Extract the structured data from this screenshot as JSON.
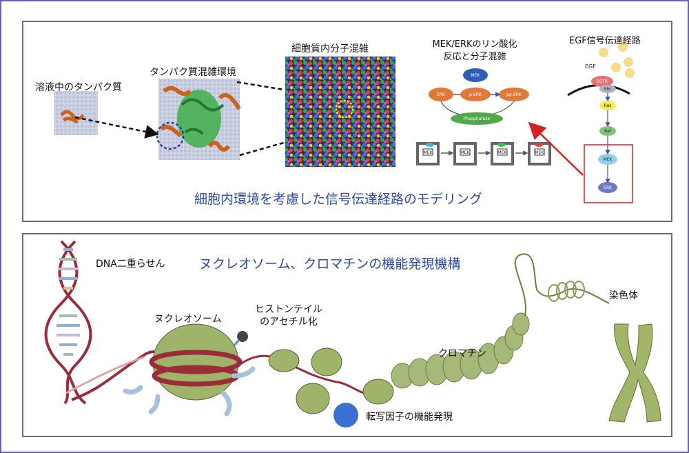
{
  "top": {
    "solution_label": "溶液中のタンパク質",
    "crowded_label": "タンパク質混雑環境",
    "cytoplasm_label": "細胞質内分子混雑",
    "mek_erk_line1": "MEK/ERKのリン酸化",
    "mek_erk_line2": "反応と分子混雑",
    "egf_title": "EGF信号伝達経路",
    "modeling_title": "細胞内環境を考慮した信号伝達経路のモデリング",
    "mek_node": "MEK",
    "erk_node": "ERK",
    "perk_node": "p-ERK",
    "pperk_node": "pp-ERK",
    "phosphatase_node": "Phosphatase",
    "egf_small": "EGF",
    "egfr_node": "EGFR",
    "shc_node": "Shc",
    "ras_node": "Ras",
    "raf_node": "Raf",
    "mek_path_node": "MEK",
    "erk_path_node": "ERK"
  },
  "bottom": {
    "dna_label": "DNA二重らせん",
    "title": "ヌクレオソーム、クロマチンの機能発現機構",
    "nucleosome_label": "ヌクレオソーム",
    "histone_line1": "ヒストンテイル",
    "histone_line2": "のアセチル化",
    "chromatin_label": "クロマチン",
    "chromosome_label": "染色体",
    "tf_label": "転写因子の機能発現"
  },
  "colors": {
    "frame": "#6b5fa8",
    "title_blue": "#2b4aa8",
    "dna_red": "#9b2c3a",
    "nucleosome_green": "#9fb36a",
    "arrow_red": "#d42020"
  }
}
